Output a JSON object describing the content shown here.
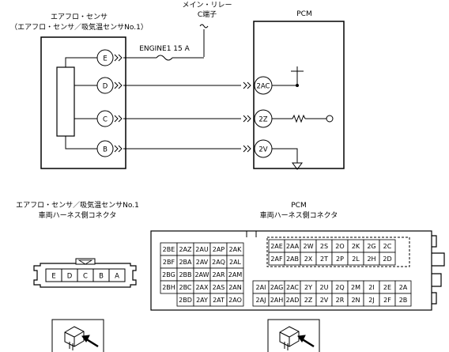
{
  "sensor": {
    "title": "エアフロ・センサ",
    "subtitle": "（エアフロ・センサ／吸気温センサNo.1）",
    "pins": [
      "E",
      "D",
      "C",
      "B"
    ]
  },
  "pcm": {
    "title": "PCM",
    "pins": [
      "2AC",
      "2Z",
      "2V"
    ]
  },
  "relay": {
    "line1": "メイン・リレー",
    "line2": "C端子"
  },
  "fuse": {
    "label": "ENGINE1 15 A"
  },
  "connectors": {
    "sensor_caption_1": "エアフロ・センサ／吸気温センサNo.1",
    "sensor_caption_2": "車両ハーネス側コネクタ",
    "sensor_pins": [
      "E",
      "D",
      "C",
      "B",
      "A"
    ],
    "pcm_caption_1": "PCM",
    "pcm_caption_2": "車両ハーネス側コネクタ",
    "pcm_left_rows": [
      [
        "2BE",
        "2AZ",
        "2AU",
        "2AP",
        "2AK"
      ],
      [
        "2BF",
        "2BA",
        "2AV",
        "2AQ",
        "2AL"
      ],
      [
        "2BG",
        "2BB",
        "2AW",
        "2AR",
        "2AM"
      ],
      [
        "2BH",
        "2BC",
        "2AX",
        "2AS",
        "2AN"
      ],
      [
        "",
        "2BD",
        "2AY",
        "2AT",
        "2AO"
      ]
    ],
    "pcm_right_rows": [
      [
        "2AE",
        "2AA",
        "2W",
        "2S",
        "2O",
        "2K",
        "2G",
        "2C"
      ],
      [
        "2AF",
        "2AB",
        "2X",
        "2T",
        "2P",
        "2L",
        "2H",
        "2D"
      ],
      [
        "2AI",
        "2AG",
        "2AC",
        "2Y",
        "2U",
        "2Q",
        "2M",
        "2I",
        "2E",
        "2A"
      ],
      [
        "2AJ",
        "2AH",
        "2AD",
        "2Z",
        "2V",
        "2R",
        "2N",
        "2J",
        "2F",
        "2B"
      ]
    ]
  }
}
